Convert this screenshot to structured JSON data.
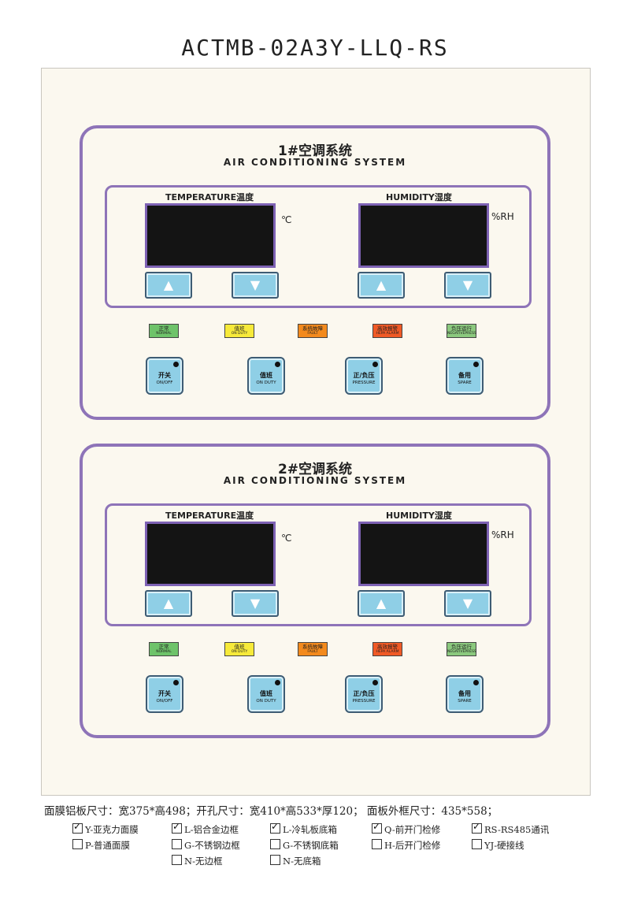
{
  "title": "ACTMB-02A3Y-LLQ-RS",
  "systems": [
    {
      "name": "1#空调系统",
      "subtitle": "AIR CONDITIONING SYSTEM",
      "temperature_label": "TEMPERATURE温度",
      "humidity_label": "HUMIDITY湿度",
      "temp_unit": "℃",
      "humidity_unit": "%RH",
      "indicators": [
        {
          "cn": "正常",
          "en": "NORMAL"
        },
        {
          "cn": "值班",
          "en": "ON DUTY"
        },
        {
          "cn": "系统故障",
          "en": "FAULT"
        },
        {
          "cn": "高效报警",
          "en": "HEPA ALARM"
        },
        {
          "cn": "负压运行",
          "en": "NEGATIVEPRESS"
        }
      ],
      "buttons": [
        {
          "cn": "开关",
          "en": "ON/OFF"
        },
        {
          "cn": "值班",
          "en": "ON DUTY"
        },
        {
          "cn": "正/负压",
          "en": "PRESSURE"
        },
        {
          "cn": "备用",
          "en": "SPARE"
        }
      ]
    },
    {
      "name": "2#空调系统",
      "subtitle": "AIR CONDITIONING SYSTEM",
      "temperature_label": "TEMPERATURE温度",
      "humidity_label": "HUMIDITY湿度",
      "temp_unit": "℃",
      "humidity_unit": "%RH",
      "indicators": [
        {
          "cn": "正常",
          "en": "NORMAL"
        },
        {
          "cn": "值班",
          "en": "ON DUTY"
        },
        {
          "cn": "系统故障",
          "en": "FAULT"
        },
        {
          "cn": "高效报警",
          "en": "HEPA ALARM"
        },
        {
          "cn": "负压运行",
          "en": "NEGATIVEPRESS"
        }
      ],
      "buttons": [
        {
          "cn": "开关",
          "en": "ON/OFF"
        },
        {
          "cn": "值班",
          "en": "ON DUTY"
        },
        {
          "cn": "正/负压",
          "en": "PRESSURE"
        },
        {
          "cn": "备用",
          "en": "SPARE"
        }
      ]
    }
  ],
  "arrows": {
    "up": "▲",
    "down": "▼"
  },
  "spec_line": "面膜铝板尺寸：宽375*高498；开孔尺寸：宽410*高533*厚120；   面板外框尺寸：435*558；",
  "options": [
    {
      "label": "Y-亚克力面膜",
      "checked": true
    },
    {
      "label": "L-铝合金边框",
      "checked": true
    },
    {
      "label": "L-冷轧板底箱",
      "checked": true
    },
    {
      "label": "Q-前开门检修",
      "checked": true
    },
    {
      "label": "RS-RS485通讯",
      "checked": true
    },
    {
      "label": "P-普通面膜",
      "checked": false
    },
    {
      "label": "G-不锈钢边框",
      "checked": false
    },
    {
      "label": "G-不锈钢底箱",
      "checked": false
    },
    {
      "label": "H-后开门检修",
      "checked": false
    },
    {
      "label": "YJ-硬接线",
      "checked": false
    },
    {
      "label": "N-无边框",
      "checked": false
    },
    {
      "label": "N-无底箱",
      "checked": false
    }
  ],
  "colors": {
    "frame": "#8e74b8",
    "button": "#8fcfe6",
    "panel": "#fbf8ef",
    "normal": "#6ec36a",
    "on_duty": "#f7ea3a",
    "fault": "#f38a1d",
    "hepa_alarm": "#f05a26",
    "negative_press": "#8bc97e"
  }
}
